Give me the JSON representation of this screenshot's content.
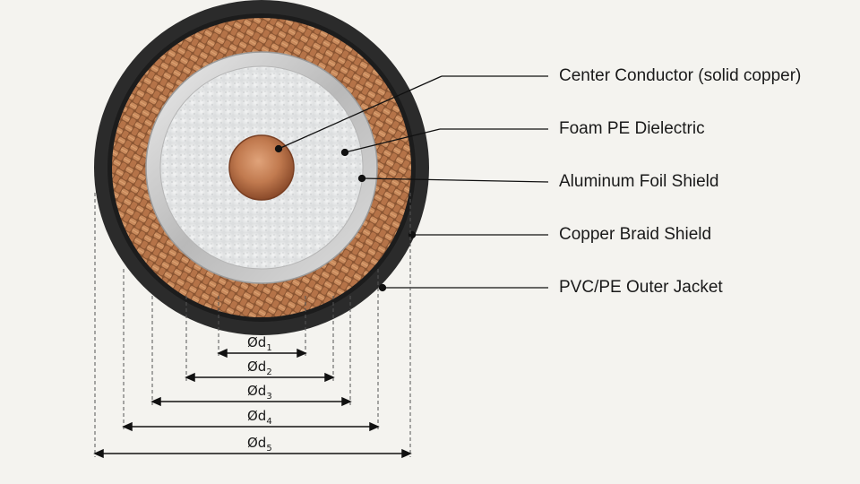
{
  "layers": [
    {
      "id": "center-conductor",
      "label": "Center Conductor (solid copper)"
    },
    {
      "id": "dielectric",
      "label": "Foam PE Dielectric"
    },
    {
      "id": "foil-shield",
      "label": "Aluminum Foil Shield"
    },
    {
      "id": "braid-shield",
      "label": "Copper Braid Shield"
    },
    {
      "id": "outer-jacket",
      "label": "PVC/PE Outer Jacket"
    }
  ],
  "dimensions": [
    {
      "symbol": "Ød",
      "index": "1"
    },
    {
      "symbol": "Ød",
      "index": "2"
    },
    {
      "symbol": "Ød",
      "index": "3"
    },
    {
      "symbol": "Ød",
      "index": "4"
    },
    {
      "symbol": "Ød",
      "index": "5"
    }
  ],
  "colors": {
    "background": "#f4f3ef",
    "jacket": "#2b2b2b",
    "braid": "#b0744a",
    "foil": "#c9c9c9",
    "dielectric": "#e9eaea",
    "conductor": "#c17a4f",
    "line": "#111111"
  }
}
